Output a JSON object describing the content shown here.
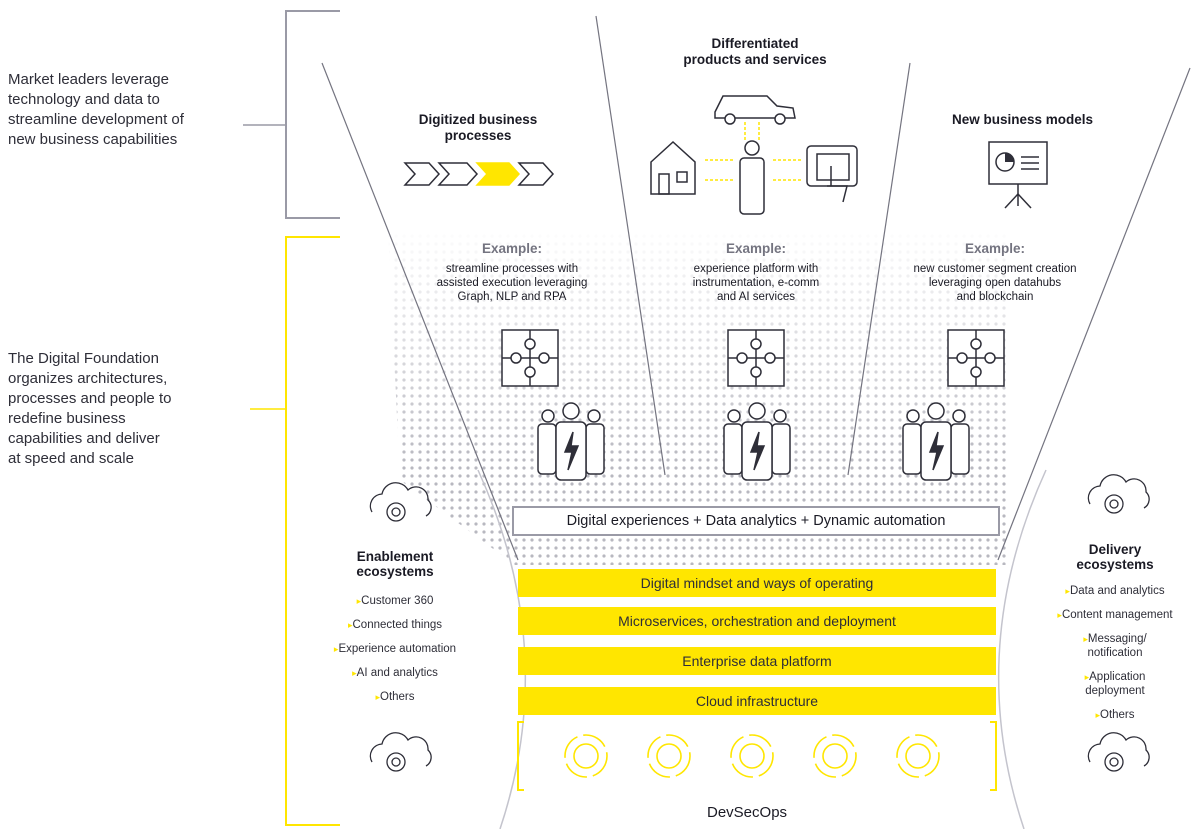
{
  "left_notes": {
    "market": [
      "Market leaders leverage",
      "technology and data to",
      "streamline development of",
      "new business capabilities"
    ],
    "foundation": [
      "The Digital Foundation",
      "organizes architectures,",
      "processes and people to",
      "redefine business",
      "capabilities and deliver",
      "at speed and scale"
    ]
  },
  "columns": [
    {
      "title": [
        "Digitized business",
        "processes"
      ],
      "example_label": "Example:",
      "example_text": [
        "streamline processes with",
        "assisted execution leveraging",
        "Graph, NLP and RPA"
      ]
    },
    {
      "title": [
        "Differentiated",
        "products and services"
      ],
      "example_label": "Example:",
      "example_text": [
        "experience platform with",
        "instrumentation, e-comm",
        "and AI services"
      ]
    },
    {
      "title": [
        "New business models"
      ],
      "example_label": "Example:",
      "example_text": [
        "new customer segment creation",
        "leveraging open datahubs",
        "and blockchain"
      ]
    }
  ],
  "ribbon": {
    "text": "Digital experiences  +  Data analytics  +  Dynamic automation"
  },
  "layers": [
    "Digital mindset and ways of operating",
    "Microservices, orchestration and deployment",
    "Enterprise data platform",
    "Cloud infrastructure"
  ],
  "devsecops": "DevSecOps",
  "enablement": {
    "title": [
      "Enablement",
      "ecosystems"
    ],
    "items": [
      "Customer 360",
      "Connected things",
      "Experience automation",
      "AI and analytics",
      "Others"
    ]
  },
  "delivery": {
    "title": [
      "Delivery",
      "ecosystems"
    ],
    "items": [
      "Data and analytics",
      "Content management",
      "Messaging/\nnotification",
      "Application\ndeployment",
      "Others"
    ]
  },
  "colors": {
    "accent": "#ffe600",
    "dark": "#2e2e38",
    "gray": "#747480",
    "bracket_gray": "#9a9aa6"
  },
  "icons": [
    "chevron-process-icon",
    "car-icon",
    "house-icon",
    "person-icon",
    "tablet-touch-icon",
    "presentation-chart-icon",
    "puzzle-icon",
    "team-power-icon",
    "cloud-gear-icon",
    "cycle-icon"
  ]
}
